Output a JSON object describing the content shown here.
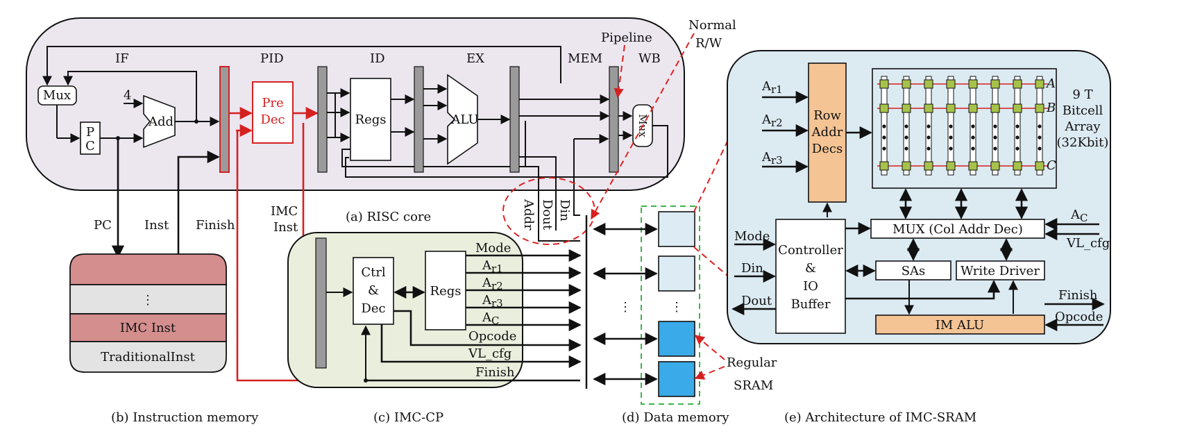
{
  "stages": {
    "if": "IF",
    "pid": "PID",
    "id": "ID",
    "ex": "EX",
    "mem": "MEM",
    "wb": "WB"
  },
  "core": {
    "mux": "Mux",
    "pc_p": "P",
    "pc_c": "C",
    "const4": "4",
    "add": "Add",
    "predec_1": "Pre",
    "predec_2": "Dec",
    "regs": "Regs",
    "alu": "ALU",
    "wb_mux": "Mux",
    "pipeline": "Pipeline",
    "normal_rw_1": "Normal",
    "normal_rw_2": "R/W",
    "port_addr": "Addr",
    "port_dout": "Dout",
    "port_din": "Din",
    "caption": "(a) RISC core"
  },
  "links": {
    "pc": "PC",
    "inst": "Inst",
    "finish": "Finish",
    "imc_inst_1": "IMC",
    "imc_inst_2": "Inst"
  },
  "imem": {
    "dots": "⋮",
    "imc_inst": "IMC Inst",
    "traditional": "TraditionalInst",
    "caption": "(b) Instruction memory"
  },
  "imccp": {
    "ctrl": "Ctrl",
    "amp": "&",
    "dec": "Dec",
    "regs": "Regs",
    "signals": [
      {
        "base": "Mode",
        "sub": ""
      },
      {
        "base": "A",
        "sub": "r1"
      },
      {
        "base": "A",
        "sub": "r2"
      },
      {
        "base": "A",
        "sub": "r3"
      },
      {
        "base": "A",
        "sub": "C"
      },
      {
        "base": "Opcode",
        "sub": ""
      },
      {
        "base": "VL_cfg",
        "sub": ""
      },
      {
        "base": "Finish",
        "sub": ""
      }
    ],
    "caption": "(c) IMC-CP"
  },
  "dmem": {
    "dots_left": "⋮",
    "dots_right": "⋮",
    "regular": "Regular",
    "sram": "SRAM",
    "caption": "(d) Data memory"
  },
  "imcsram": {
    "a_r1": "A",
    "a_r1_sub": "r1",
    "a_r2": "A",
    "a_r2_sub": "r2",
    "a_r3": "A",
    "a_r3_sub": "r3",
    "row_1": "Row",
    "row_2": "Addr",
    "row_3": "Decs",
    "row_a": "A",
    "row_b": "B",
    "row_c": "C",
    "bitcell_1": "9 T",
    "bitcell_2": "Bitcell",
    "bitcell_3": "Array",
    "bitcell_4": "(32Kbit)",
    "mode": "Mode",
    "din": "Din",
    "dout": "Dout",
    "ctrl_1": "Controller",
    "ctrl_2": "&",
    "ctrl_3": "IO",
    "ctrl_4": "Buffer",
    "mux": "MUX (Col Addr Dec)",
    "ac": "A",
    "ac_sub": "C",
    "vl_cfg": "VL_cfg",
    "sas": "SAs",
    "write_driver": "Write Driver",
    "finish": "Finish",
    "opcode": "Opcode",
    "im_alu": "IM ALU",
    "caption": "(e) Architecture of IMC-SRAM"
  },
  "colors": {
    "core_bg": "#ece6ef",
    "cp_bg": "#eaeedd",
    "sram_bg": "#dceaf2",
    "orange": "#f4c495",
    "blue_cell": "#3aaae8",
    "light_cell": "#dcebf4",
    "green_dash": "#3bb44a",
    "red": "#d62020",
    "pink_row": "#d48e8e",
    "grey_row": "#e3e3e3",
    "bit_green": "#a7c24a"
  }
}
